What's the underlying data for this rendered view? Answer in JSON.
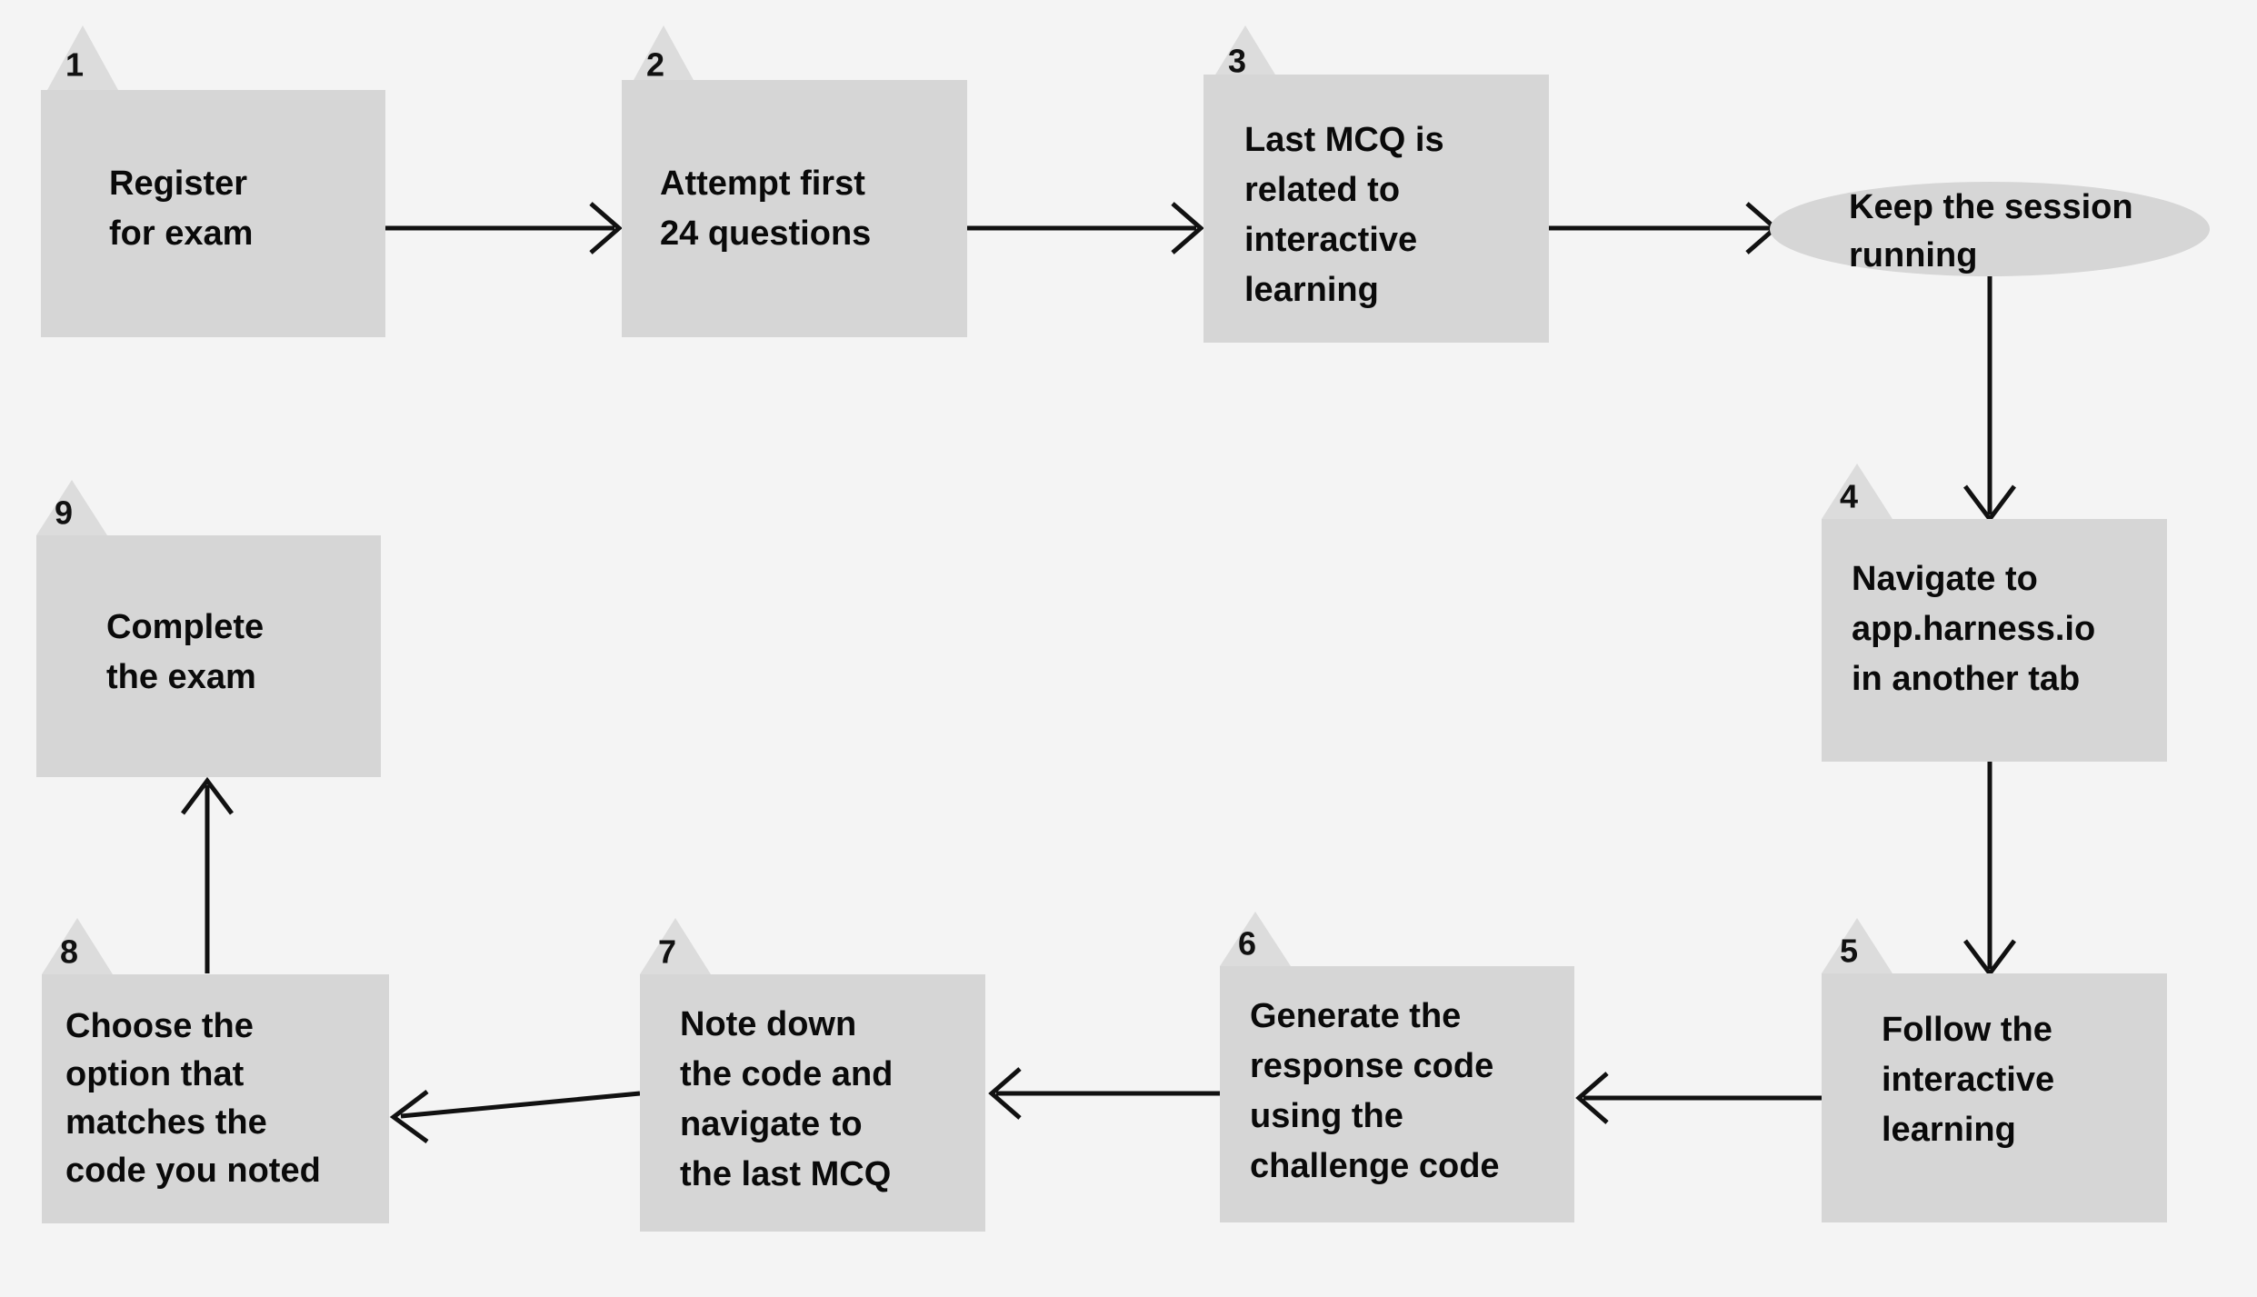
{
  "diagram": {
    "type": "flowchart",
    "title": "Exam interactive-learning challenge flow",
    "background_color": "#f4f4f4",
    "node_fill_color": "#d6d6d6",
    "badge_fill_color": "#dcdcdc",
    "edge_color": "#111111",
    "nodes": [
      {
        "id": "n1",
        "badge": "1",
        "shape": "rect",
        "label": "Register\nfor exam",
        "lines": [
          "Register",
          "for exam"
        ],
        "align": "left"
      },
      {
        "id": "n2",
        "badge": "2",
        "shape": "rect",
        "label": "Attempt first\n24 questions",
        "lines": [
          "Attempt first",
          "24 questions"
        ],
        "align": "left"
      },
      {
        "id": "n3",
        "badge": "3",
        "shape": "rect",
        "label": "Last MCQ is\nrelated to\ninteractive\nlearning",
        "lines": [
          "Last MCQ is",
          "related to",
          "interactive",
          "learning"
        ],
        "align": "left"
      },
      {
        "id": "n_ellipse",
        "badge": "",
        "shape": "ellipse",
        "label": "Keep the session\nrunning",
        "lines": [
          "Keep the session",
          "running"
        ],
        "align": "left"
      },
      {
        "id": "n4",
        "badge": "4",
        "shape": "rect",
        "label": "Navigate to\napp.harness.io\nin another tab",
        "lines": [
          "Navigate to",
          "app.harness.io",
          "in another tab"
        ],
        "align": "left"
      },
      {
        "id": "n5",
        "badge": "5",
        "shape": "rect",
        "label": "Follow the\ninteractive\nlearning",
        "lines": [
          "Follow the",
          "interactive",
          "learning"
        ],
        "align": "left"
      },
      {
        "id": "n6",
        "badge": "6",
        "shape": "rect",
        "label": "Generate the\nresponse code\nusing the\nchallenge code",
        "lines": [
          "Generate the",
          "response code",
          "using the",
          "challenge code"
        ],
        "align": "left"
      },
      {
        "id": "n7",
        "badge": "7",
        "shape": "rect",
        "label": "Note down\nthe code and\nnavigate to\nthe last MCQ",
        "lines": [
          "Note down",
          "the code and",
          "navigate to",
          "the last MCQ"
        ],
        "align": "left"
      },
      {
        "id": "n8",
        "badge": "8",
        "shape": "rect",
        "label": "Choose the\noption that\nmatches the\ncode you noted",
        "lines": [
          "Choose the",
          "option that",
          "matches the",
          "code you noted"
        ],
        "align": "left"
      },
      {
        "id": "n9",
        "badge": "9",
        "shape": "rect",
        "label": "Complete\nthe exam",
        "lines": [
          "Complete",
          "the exam"
        ],
        "align": "left"
      }
    ],
    "edges": [
      {
        "id": "e1",
        "from": "n1",
        "to": "n2",
        "direction": "right"
      },
      {
        "id": "e2",
        "from": "n2",
        "to": "n3",
        "direction": "right"
      },
      {
        "id": "e3",
        "from": "n3",
        "to": "n_ellipse",
        "direction": "right"
      },
      {
        "id": "e4",
        "from": "n_ellipse",
        "to": "n4",
        "direction": "down"
      },
      {
        "id": "e5",
        "from": "n4",
        "to": "n5",
        "direction": "down"
      },
      {
        "id": "e6",
        "from": "n5",
        "to": "n6",
        "direction": "left"
      },
      {
        "id": "e7",
        "from": "n6",
        "to": "n7",
        "direction": "left"
      },
      {
        "id": "e8",
        "from": "n7",
        "to": "n8",
        "direction": "left"
      },
      {
        "id": "e9",
        "from": "n8",
        "to": "n9",
        "direction": "up"
      }
    ]
  }
}
